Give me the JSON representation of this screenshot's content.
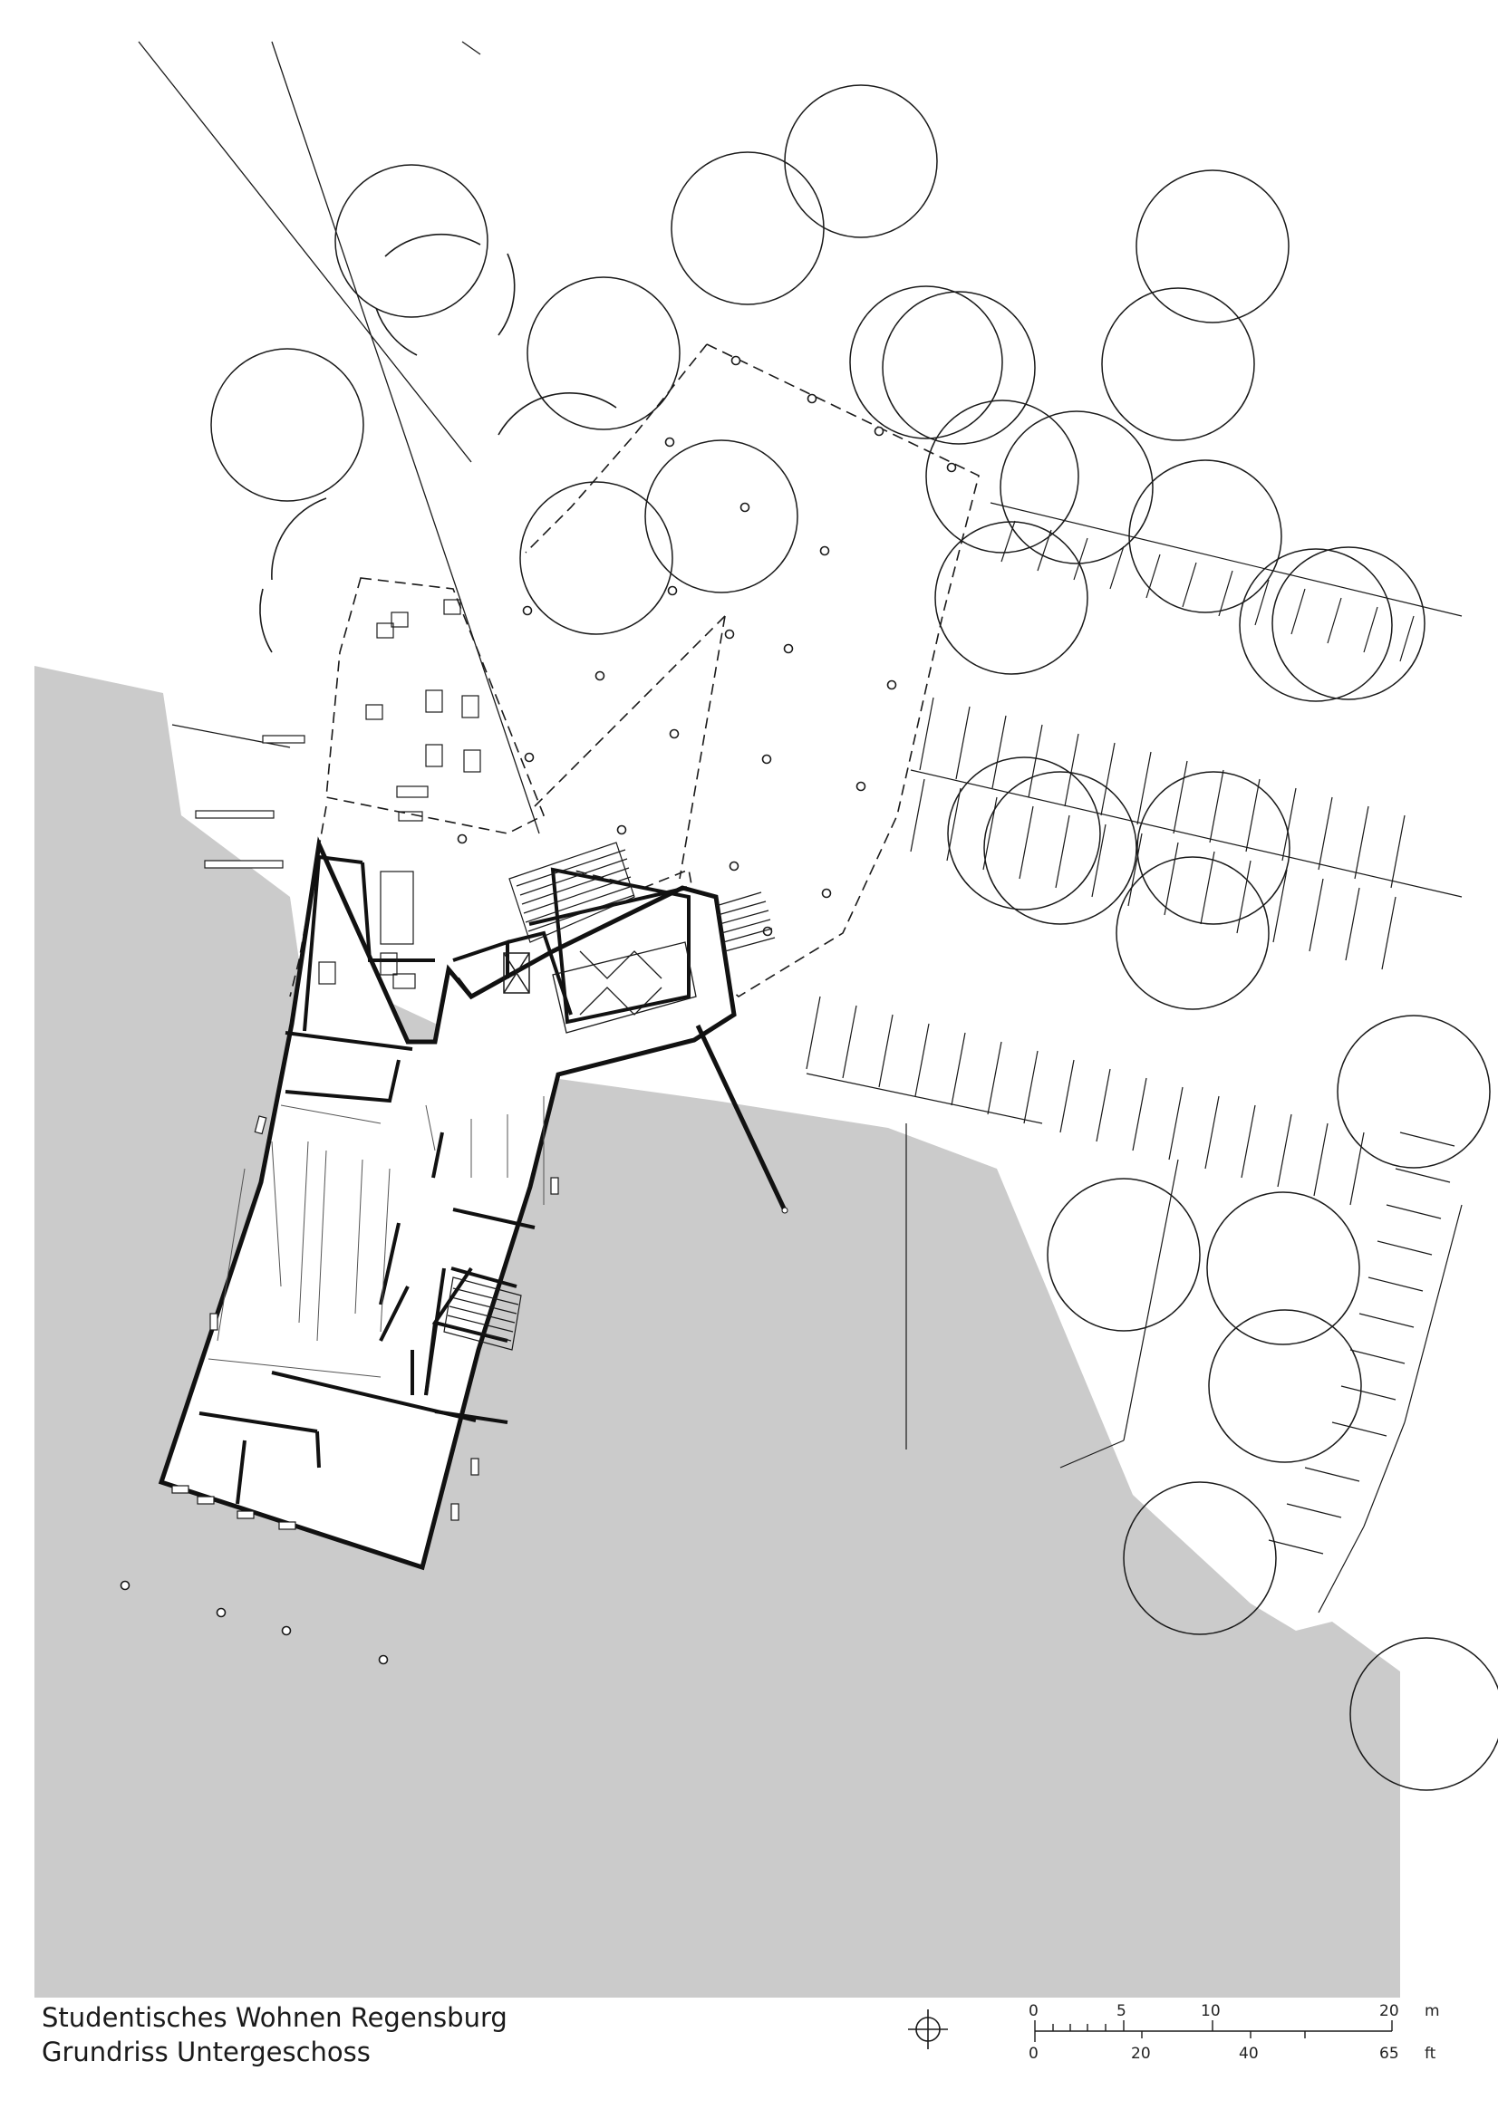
{
  "title": {
    "line1": "Studentisches Wohnen Regensburg",
    "line2": "Grundriss Untergeschoss"
  },
  "scale_bar": {
    "metric_ticks": [
      "0",
      "5",
      "10",
      "20"
    ],
    "metric_unit": "m",
    "imperial_ticks": [
      "0",
      "20",
      "40",
      "65"
    ],
    "imperial_unit": "ft"
  },
  "icons": {
    "north_arrow": "north-arrow-icon"
  },
  "colors": {
    "ground": "#cbcbcb",
    "lines": "#1a1a1a",
    "background": "#ffffff"
  }
}
